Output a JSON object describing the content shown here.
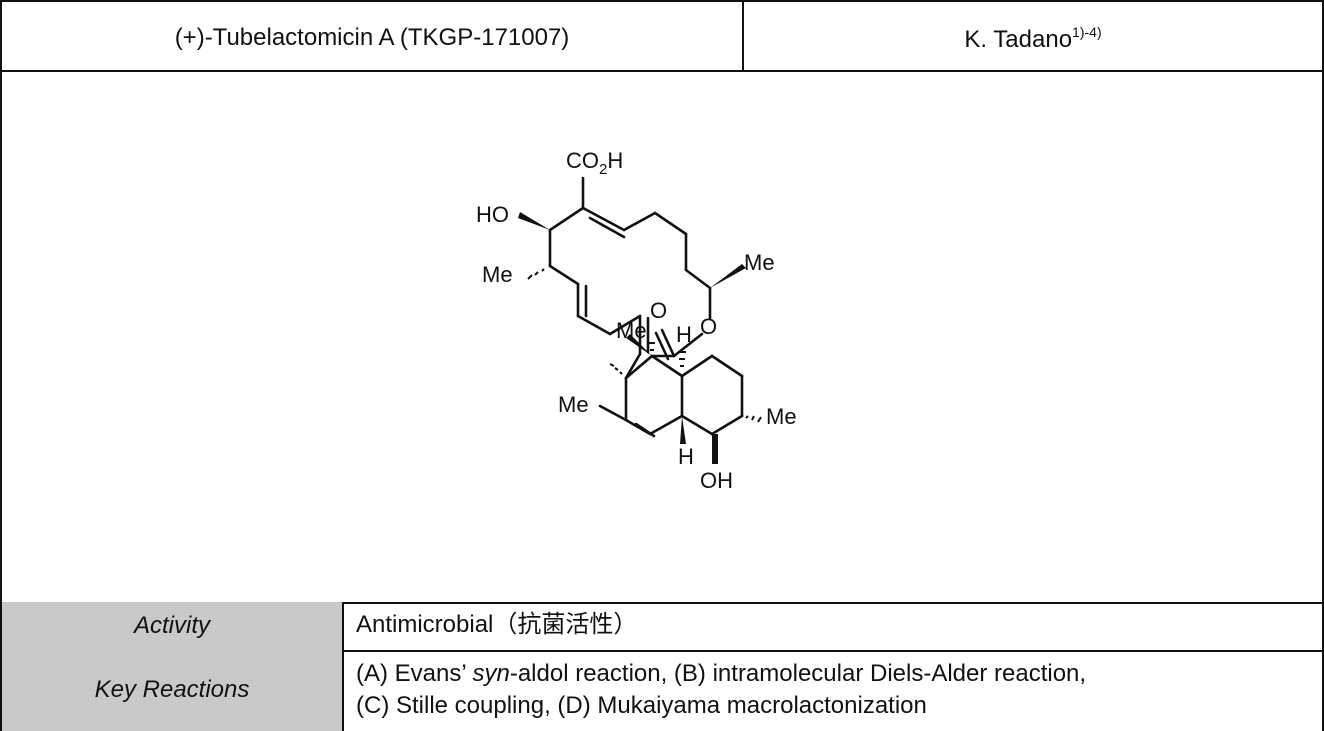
{
  "header": {
    "compound": "(+)-Tubelactomicin A (TKGP-171007)",
    "author": "K. Tadano",
    "author_refs": "1)-4)"
  },
  "structure": {
    "labels": {
      "co2h": "CO",
      "co2h_sub": "2",
      "co2h_h": "H",
      "ho": "HO",
      "me_top_right": "Me",
      "me_left": "Me",
      "o_carbonyl": "O",
      "o_ring": "O",
      "me_quat": "Me",
      "h_top": "H",
      "me_lower_left": "Me",
      "h_bottom": "H",
      "me_right": "Me",
      "oh": "OH"
    }
  },
  "rows": [
    {
      "label": "Activity",
      "value": "Antimicrobial（抗菌活性）"
    },
    {
      "label": "Key Reactions",
      "line1_a": "(A) Evans’ ",
      "line1_italic": "syn",
      "line1_b": "-aldol reaction, (B) intramolecular Diels-Alder reaction,",
      "line2": "(C) Stille coupling, (D) Mukaiyama macrolactonization"
    }
  ]
}
